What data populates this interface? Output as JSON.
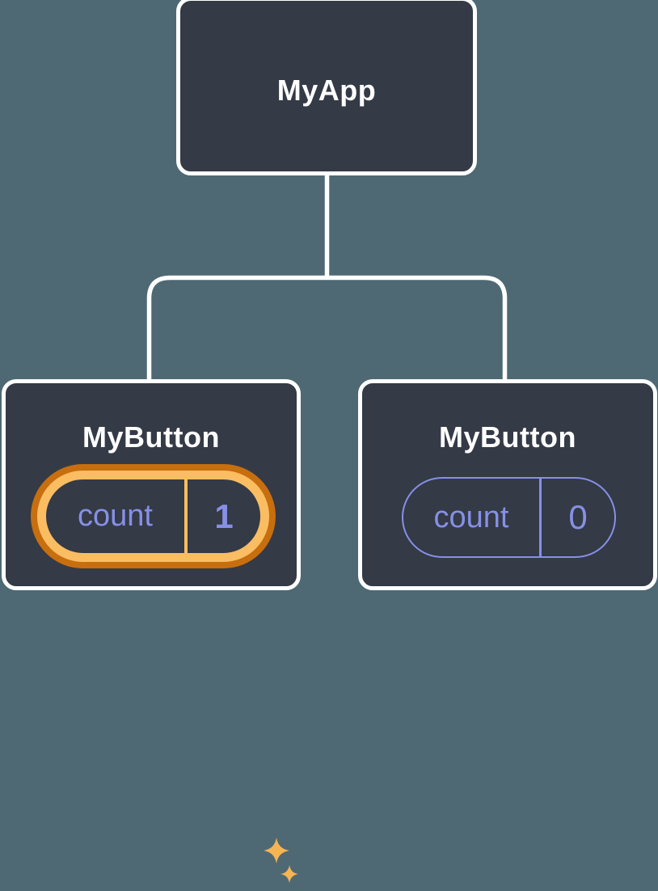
{
  "diagram": {
    "root_label": "MyApp",
    "children": [
      {
        "label": "MyButton",
        "state_name": "count",
        "state_value": "1",
        "highlighted": true
      },
      {
        "label": "MyButton",
        "state_name": "count",
        "state_value": "0",
        "highlighted": false
      }
    ]
  },
  "colors": {
    "background_teal": "#4E6973",
    "node_fill_navy": "#343A46",
    "node_border_white": "#FFFFFF",
    "connector_white": "#FFFFFF",
    "state_purple": "#8690E5",
    "highlight_ring_outer_orange": "#C76E0F",
    "highlight_ring_inner_orange": "#FABD62",
    "sparkle_gold": "#F6B453"
  },
  "icons": {
    "sparkles": "sparkles-icon"
  }
}
